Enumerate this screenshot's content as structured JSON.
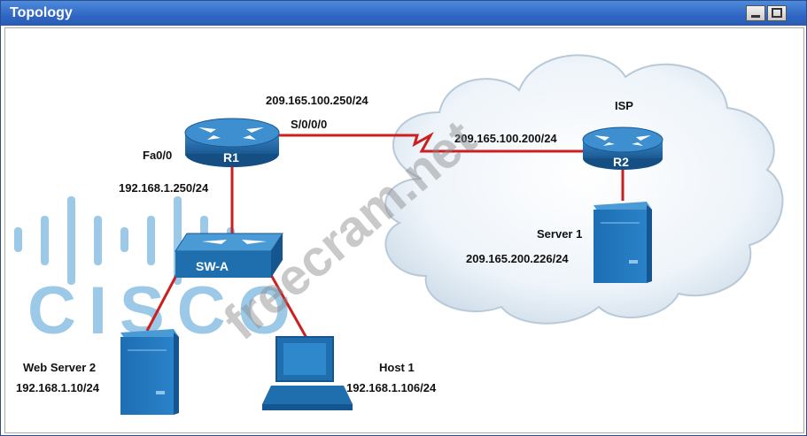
{
  "window": {
    "title": "Topology"
  },
  "links": {
    "r1_serial_ip": "209.165.100.250/24",
    "r1_serial_iface": "S/0/0/0",
    "r2_serial_ip": "209.165.100.200/24",
    "r1_fa_iface": "Fa0/0",
    "r1_fa_ip": "192.168.1.250/24"
  },
  "devices": {
    "r1": {
      "label": "R1"
    },
    "r2": {
      "label": "R2",
      "group": "ISP"
    },
    "switch": {
      "label": "SW-A"
    },
    "server1": {
      "name": "Server 1",
      "ip": "209.165.200.226/24"
    },
    "webserver2": {
      "name": "Web Server 2",
      "ip": "192.168.1.10/24"
    },
    "host1": {
      "name": "Host 1",
      "ip": "192.168.1.106/24"
    }
  },
  "watermarks": {
    "brand": "CISCO",
    "site": "freecram.net"
  },
  "colors": {
    "titlebar": "#2f66c4",
    "device": "#1f6fae",
    "link": "#cc1f1f",
    "cloud": "#e4eef7"
  }
}
